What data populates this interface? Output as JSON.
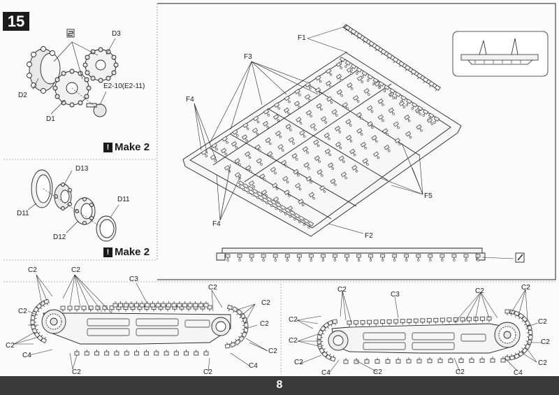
{
  "step": "15",
  "page_number": "8",
  "make_note": "Make 2",
  "labels": {
    "d3": "D3",
    "d2": "D2",
    "d1": "D1",
    "e2": "E2-10(E2-11)",
    "d13": "D13",
    "d11a": "D11",
    "d11b": "D11",
    "d12": "D12",
    "f1": "F1",
    "f3": "F3",
    "f4a": "F4",
    "f4b": "F4",
    "f5": "F5",
    "f2": "F2",
    "c2": "C2",
    "c3": "C3",
    "c4": "C4"
  }
}
